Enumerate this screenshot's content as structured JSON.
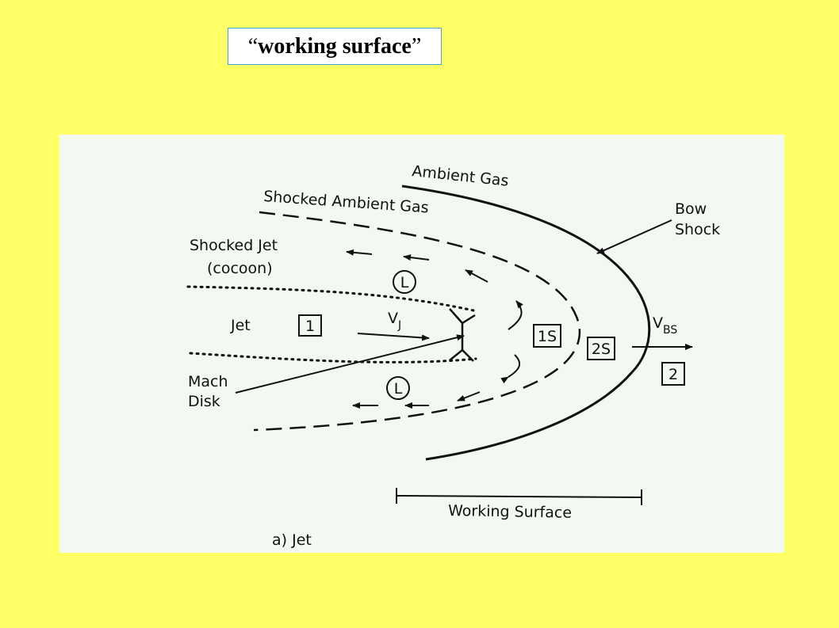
{
  "slide": {
    "title_open_quote": "“",
    "title_text": "working surface",
    "title_close_quote": "”"
  },
  "diagram": {
    "labels": {
      "ambient_gas": "Ambient Gas",
      "shocked_ambient_gas": "Shocked Ambient Gas",
      "shocked_jet": "Shocked Jet",
      "cocoon": "(cocoon)",
      "jet": "Jet",
      "mach": "Mach",
      "disk": "Disk",
      "bow": "Bow",
      "shock": "Shock",
      "v": "V",
      "v_sub_j": "J",
      "v_sub_bs": "BS",
      "working_surface": "Working Surface",
      "caption": "a)  Jet"
    },
    "regions": {
      "r1": "1",
      "r1s": "1S",
      "r2s": "2S",
      "r2": "2",
      "l_top": "L",
      "l_bottom": "L"
    },
    "colors": {
      "background": "#ffff66",
      "figure_bg": "#f3f8f3",
      "ink": "#111111"
    }
  }
}
